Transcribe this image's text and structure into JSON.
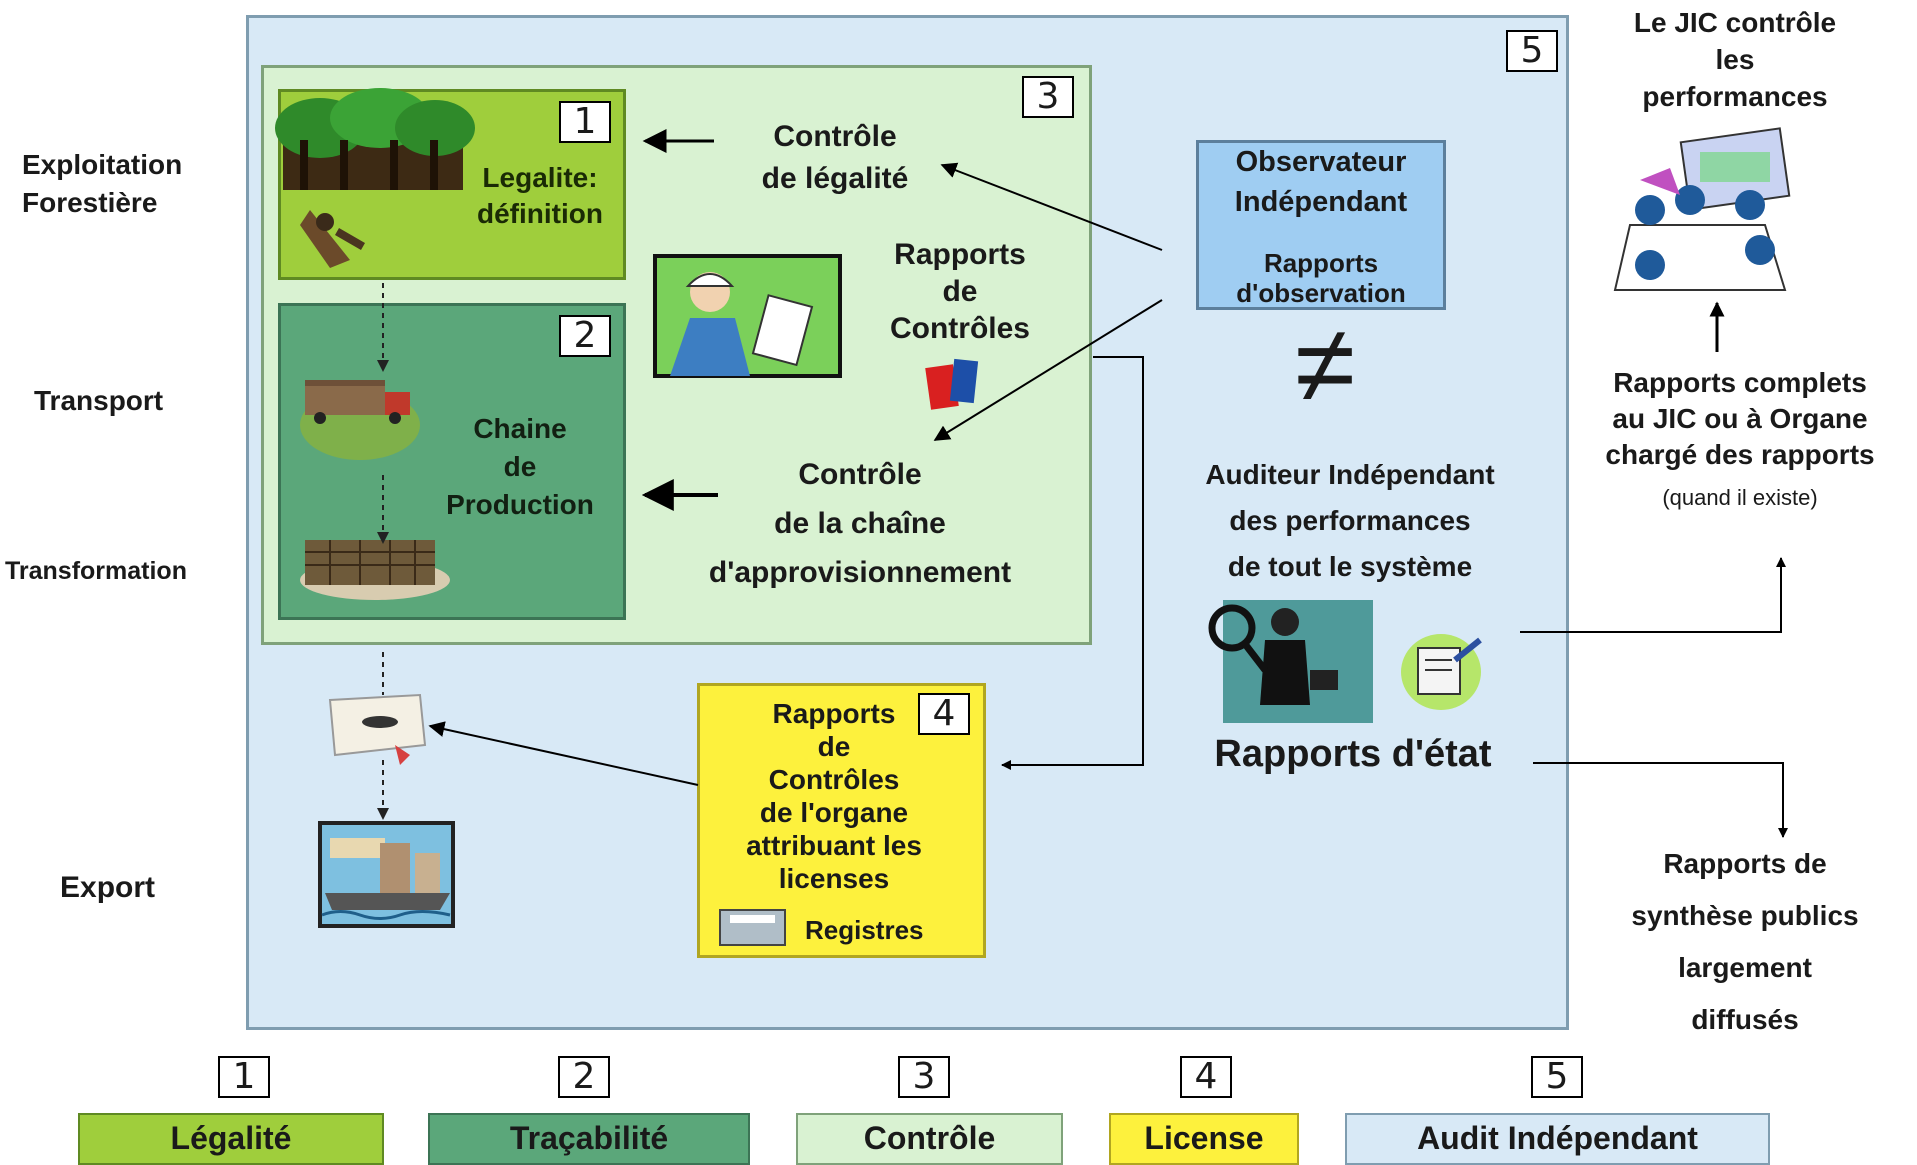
{
  "stage_labels": {
    "exploitation": "Exploitation\nForestière",
    "transport": "Transport",
    "transformation": "Transformation",
    "export": "Export"
  },
  "boxes": {
    "legal": {
      "number": "1",
      "text": "Legalite:\ndéfinition"
    },
    "trace": {
      "number": "2",
      "text": "Chaine\nde\nProduction"
    },
    "control": {
      "number": "3"
    },
    "license": {
      "number": "4",
      "text": "Rapports\nde\nContrôles\nde l'organe\nattribuant les\nlicenses",
      "registres": "Registres"
    },
    "audit": {
      "number": "5"
    }
  },
  "control_labels": {
    "legalite": "Contrôle\nde légalité",
    "rapports": "Rapports\nde\nContrôles",
    "chaine": "Contrôle\nde la chaîne\nd'approvisionnement"
  },
  "observateur": {
    "title": "Observateur\nIndépendant",
    "sub": "Rapports\nd'observation"
  },
  "not_equal": "≠",
  "auditeur": "Auditeur Indépendant\ndes performances\nde tout le système",
  "rapports_etat": "Rapports d'état",
  "jic": "Le JIC contrôle\nles\nperformances",
  "rapports_complets": "Rapports complets\nau JIC ou à Organe\nchargé des rapports",
  "quand_existe": "(quand il existe)",
  "synthese": "Rapports de\nsynthèse publics\nlargement\ndiffusés",
  "legend": [
    {
      "number": "1",
      "label": "Légalité",
      "color": "#9fce3c"
    },
    {
      "number": "2",
      "label": "Traçabilité",
      "color": "#5ba77a"
    },
    {
      "number": "3",
      "label": "Contrôle",
      "color": "#d9f2d2"
    },
    {
      "number": "4",
      "label": "License",
      "color": "#fdf13d"
    },
    {
      "number": "5",
      "label": "Audit Indépendant",
      "color": "#d8e9f6"
    }
  ],
  "icons": [
    "forest-icon",
    "logging-icon",
    "truck-icon",
    "timber-stack-icon",
    "inspector-icon",
    "books-icon",
    "certificate-icon",
    "port-icon",
    "detective-icon",
    "report-icon",
    "meeting-icon",
    "registres-icon"
  ]
}
